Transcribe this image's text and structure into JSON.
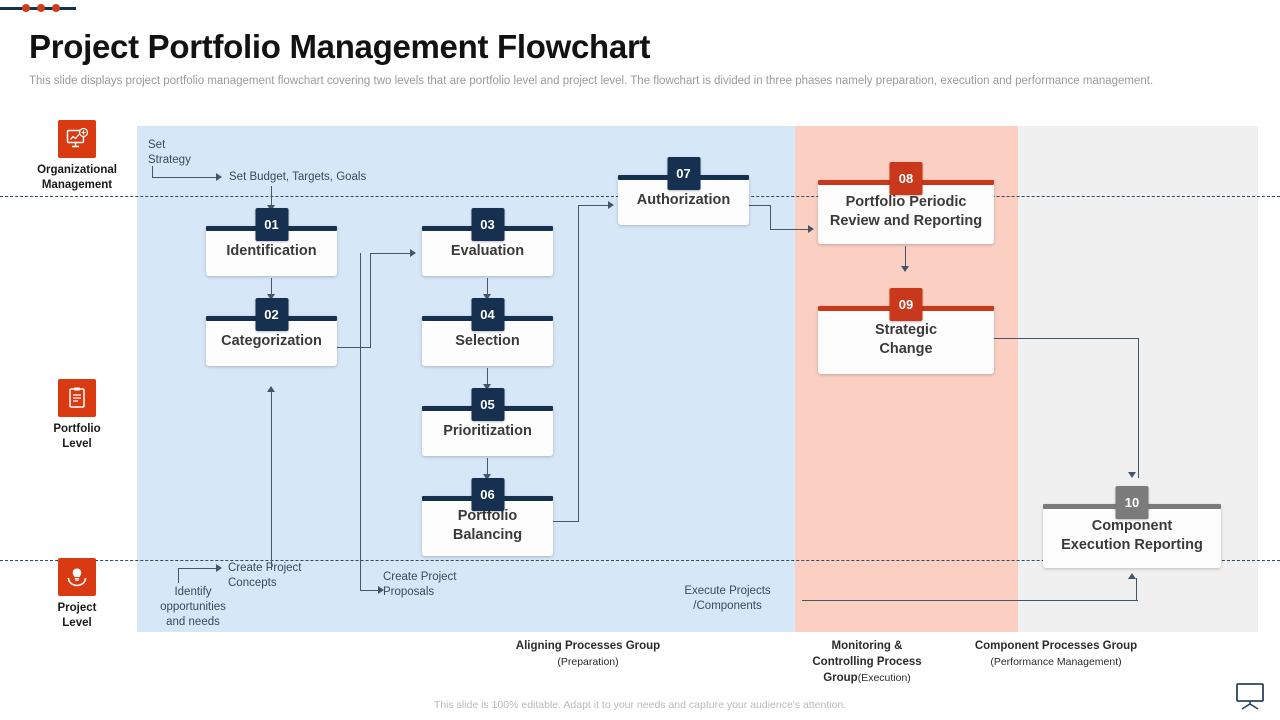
{
  "header": {
    "title": "Project Portfolio Management Flowchart",
    "subtitle": "This slide displays project portfolio management flowchart covering two levels that are portfolio level and project level. The flowchart is divided in three phases namely preparation, execution and performance management."
  },
  "rail": [
    {
      "label_line1": "Organizational",
      "label_line2": "Management",
      "icon": "monitor-chart-icon"
    },
    {
      "label_line1": "Portfolio",
      "label_line2": "Level",
      "icon": "clipboard-list-icon"
    },
    {
      "label_line1": "Project",
      "label_line2": "Level",
      "icon": "hands-idea-icon"
    }
  ],
  "bands": [
    {
      "name": "aligning",
      "color": "#d6e7f8"
    },
    {
      "name": "monitoring",
      "color": "#fbcfc2"
    },
    {
      "name": "component",
      "color": "#f0f0f0"
    }
  ],
  "boxes": [
    {
      "num": "01",
      "line1": "Identification",
      "line2": "",
      "style": "navy"
    },
    {
      "num": "02",
      "line1": "Categorization",
      "line2": "",
      "style": "navy"
    },
    {
      "num": "03",
      "line1": "Evaluation",
      "line2": "",
      "style": "navy"
    },
    {
      "num": "04",
      "line1": "Selection",
      "line2": "",
      "style": "navy"
    },
    {
      "num": "05",
      "line1": "Prioritization",
      "line2": "",
      "style": "navy"
    },
    {
      "num": "06",
      "line1": "Portfolio",
      "line2": "Balancing",
      "style": "navy"
    },
    {
      "num": "07",
      "line1": "Authorization",
      "line2": "",
      "style": "navy"
    },
    {
      "num": "08",
      "line1": "Portfolio Periodic",
      "line2": "Review and Reporting",
      "style": "red"
    },
    {
      "num": "09",
      "line1": "Strategic",
      "line2": "Change",
      "style": "red"
    },
    {
      "num": "10",
      "line1": "Component",
      "line2": "Execution Reporting",
      "style": "gray"
    }
  ],
  "annotations": {
    "set_strategy_l1": "Set",
    "set_strategy_l2": "Strategy",
    "set_budget": "Set Budget,  Targets,  Goals",
    "identify_l1": "Identify",
    "identify_l2": "opportunities",
    "identify_l3": "and needs",
    "concepts_l1": "Create Project",
    "concepts_l2": "Concepts",
    "proposals_l1": "Create Project",
    "proposals_l2": "Proposals",
    "execute_l1": "Execute Projects",
    "execute_l2": "/Components"
  },
  "groups": [
    {
      "name": "Aligning Processes  Group",
      "sub": "(Preparation)"
    },
    {
      "name": "Monitoring &",
      "name2": "Controlling Process",
      "name3": "Group",
      "sub": "(Execution)"
    },
    {
      "name": "Component Processes  Group",
      "sub": "(Performance Management)"
    }
  ],
  "footer": {
    "note": "This slide is 100% editable.  Adapt it to your needs and capture your audience's attention.",
    "icon": "presentation-screen-icon"
  },
  "colors": {
    "navy": "#16314f",
    "red": "#c9381a",
    "gray": "#7b7b7b",
    "band_blue": "#d6e7f8",
    "band_red": "#fbcfc2",
    "band_gray": "#f0f0f0"
  }
}
